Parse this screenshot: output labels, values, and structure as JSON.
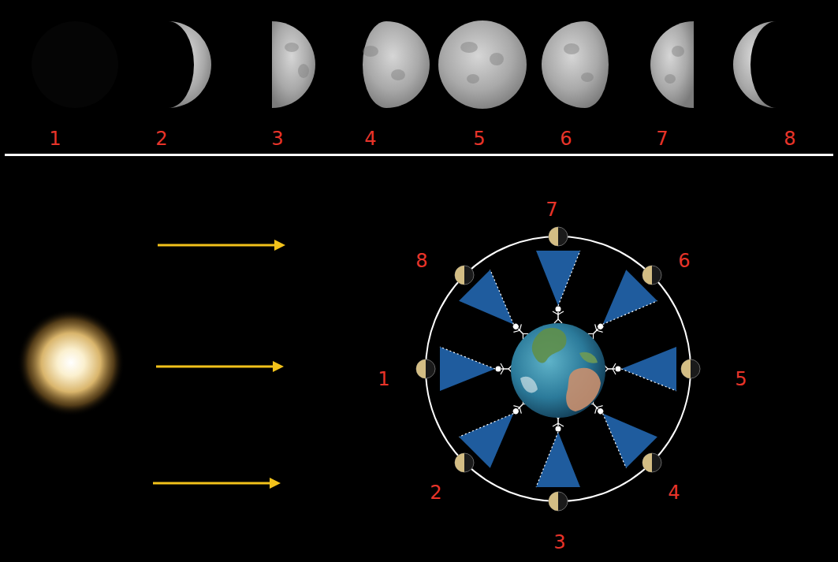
{
  "diagram": {
    "labels": [
      "1",
      "2",
      "3",
      "4",
      "5",
      "6",
      "7",
      "8",
      "7",
      "8",
      "6",
      "1",
      "5",
      "2",
      "4",
      "3"
    ]
  }
}
